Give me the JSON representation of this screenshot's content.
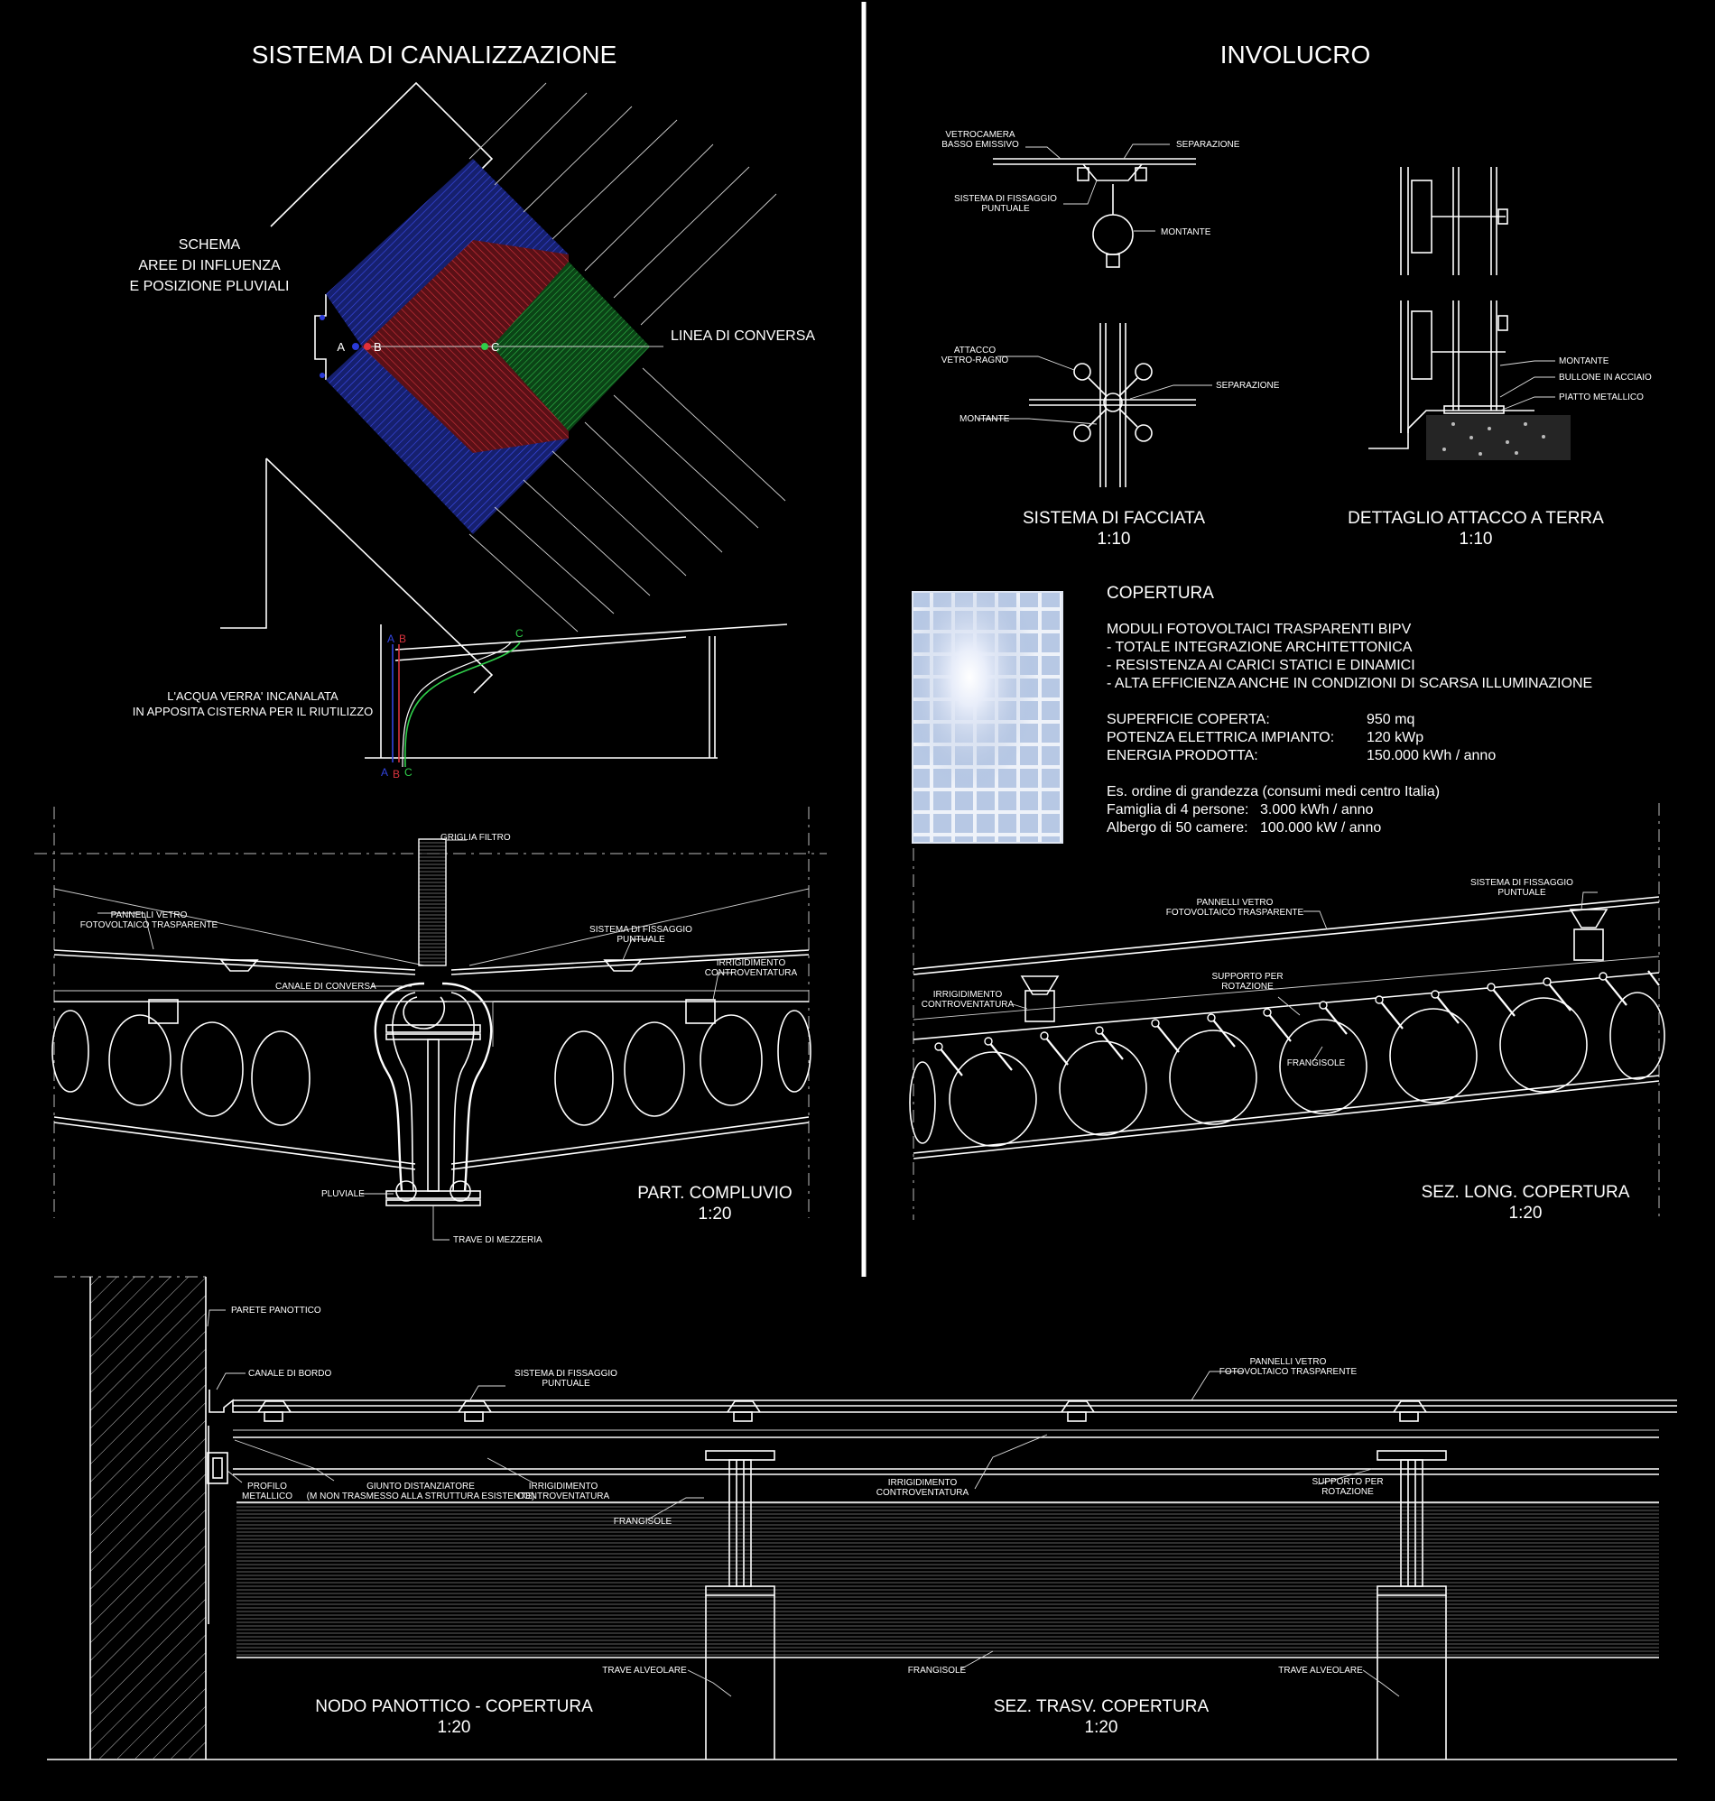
{
  "titles": {
    "left": "SISTEMA DI CANALIZZAZIONE",
    "right": "INVOLUCRO"
  },
  "schema": {
    "caption_lines": [
      "SCHEMA",
      "AREE DI INFLUENZA",
      "E POSIZIONE PLUVIALI"
    ],
    "point_a": "A",
    "point_b": "B",
    "point_c": "C",
    "linea": "LINEA DI CONVERSA",
    "colors": {
      "blue": "#2a3ad8",
      "red": "#c3262e",
      "green": "#1f9a35"
    }
  },
  "section_small": {
    "caption_lines": [
      "L'ACQUA  VERRA' INCANALATA",
      "IN APPOSITA CISTERNA PER IL RIUTILIZZO"
    ]
  },
  "facciata": {
    "labels": {
      "vetrocamera": [
        "VETROCAMERA",
        "BASSO EMISSIVO"
      ],
      "separazione": "SEPARAZIONE",
      "fissaggio": [
        "SISTEMA DI FISSAGGIO",
        "PUNTUALE"
      ],
      "montante": "MONTANTE",
      "attacco": [
        "ATTACCO",
        "VETRO-RAGNO"
      ],
      "separazione2": "SEPARAZIONE",
      "montante2": "MONTANTE"
    },
    "title": "SISTEMA DI FACCIATA",
    "scale": "1:10"
  },
  "terra": {
    "labels": {
      "montante": "MONTANTE",
      "bullone": "BULLONE IN ACCIAIO",
      "piatto": "PIATTO METALLICO"
    },
    "title": "DETTAGLIO ATTACCO A TERRA",
    "scale": "1:10"
  },
  "copertura": {
    "heading": "COPERTURA",
    "lines": [
      "MODULI FOTOVOLTAICI TRASPARENTI BIPV",
      "- TOTALE INTEGRAZIONE ARCHITETTONICA",
      "- RESISTENZA AI CARICI STATICI E DINAMICI",
      "- ALTA EFFICIENZA ANCHE IN CONDIZIONI DI SCARSA ILLUMINAZIONE"
    ],
    "stats": [
      {
        "label": "SUPERFICIE COPERTA:",
        "value": "950 mq"
      },
      {
        "label": "POTENZA ELETTRICA IMPIANTO:",
        "value": "120 kWp"
      },
      {
        "label": "ENERGIA PRODOTTA:",
        "value": "150.000 kWh / anno"
      }
    ],
    "example_heading": "Es. ordine di grandezza (consumi medi centro Italia)",
    "examples": [
      {
        "label": "Famiglia di 4 persone:",
        "value": "3.000 kWh / anno"
      },
      {
        "label": "Albergo di 50 camere:",
        "value": "100.000 kW / anno"
      }
    ]
  },
  "compluvio": {
    "labels": {
      "griglia": "GRIGLIA FILTRO",
      "pannelli": [
        "PANNELLI VETRO",
        "FOTOVOLTAICO TRASPARENTE"
      ],
      "fissaggio": [
        "SISTEMA DI FISSAGGIO",
        "PUNTUALE"
      ],
      "irrigidimento": [
        "IRRIGIDIMENTO",
        "CONTROVENTATURA"
      ],
      "canale": "CANALE DI CONVERSA",
      "pluviale": "PLUVIALE",
      "trave": "TRAVE DI MEZZERIA"
    },
    "title": "PART. COMPLUVIO",
    "scale": "1:20"
  },
  "long": {
    "labels": {
      "fissaggio": [
        "SISTEMA DI FISSAGGIO",
        "PUNTUALE"
      ],
      "pannelli": [
        "PANNELLI VETRO",
        "FOTOVOLTAICO TRASPARENTE"
      ],
      "supporto": [
        "SUPPORTO PER",
        "ROTAZIONE"
      ],
      "irrigidimento": [
        "IRRIGIDIMENTO",
        "CONTROVENTATURA"
      ],
      "frangisole": "FRANGISOLE"
    },
    "title": "SEZ. LONG.  COPERTURA",
    "scale": "1:20"
  },
  "bottom": {
    "labels": {
      "parete": "PARETE PANOTTICO",
      "canale": "CANALE DI BORDO",
      "fissaggio": [
        "SISTEMA DI FISSAGGIO",
        "PUNTUALE"
      ],
      "pannelli": [
        "PANNELLI VETRO",
        "FOTOVOLTAICO TRASPARENTE"
      ],
      "profilo": [
        "PROFILO",
        "METALLICO"
      ],
      "giunto": [
        "GIUNTO DISTANZIATORE",
        "(M NON TRASMESSO ALLA STRUTTURA ESISTENTE)"
      ],
      "irrigidimento1": [
        "IRRIGIDIMENTO",
        "CONTROVENTATURA"
      ],
      "irrigidimento2": [
        "IRRIGIDIMENTO",
        "CONTROVENTATURA"
      ],
      "supporto": [
        "SUPPORTO PER",
        "ROTAZIONE"
      ],
      "frangisole1": "FRANGISOLE",
      "frangisole2": "FRANGISOLE",
      "trave1": "TRAVE ALVEOLARE",
      "trave2": "TRAVE ALVEOLARE"
    },
    "title_left": "NODO PANOTTICO - COPERTURA",
    "scale_left": "1:20",
    "title_right": "SEZ. TRASV. COPERTURA",
    "scale_right": "1:20"
  }
}
